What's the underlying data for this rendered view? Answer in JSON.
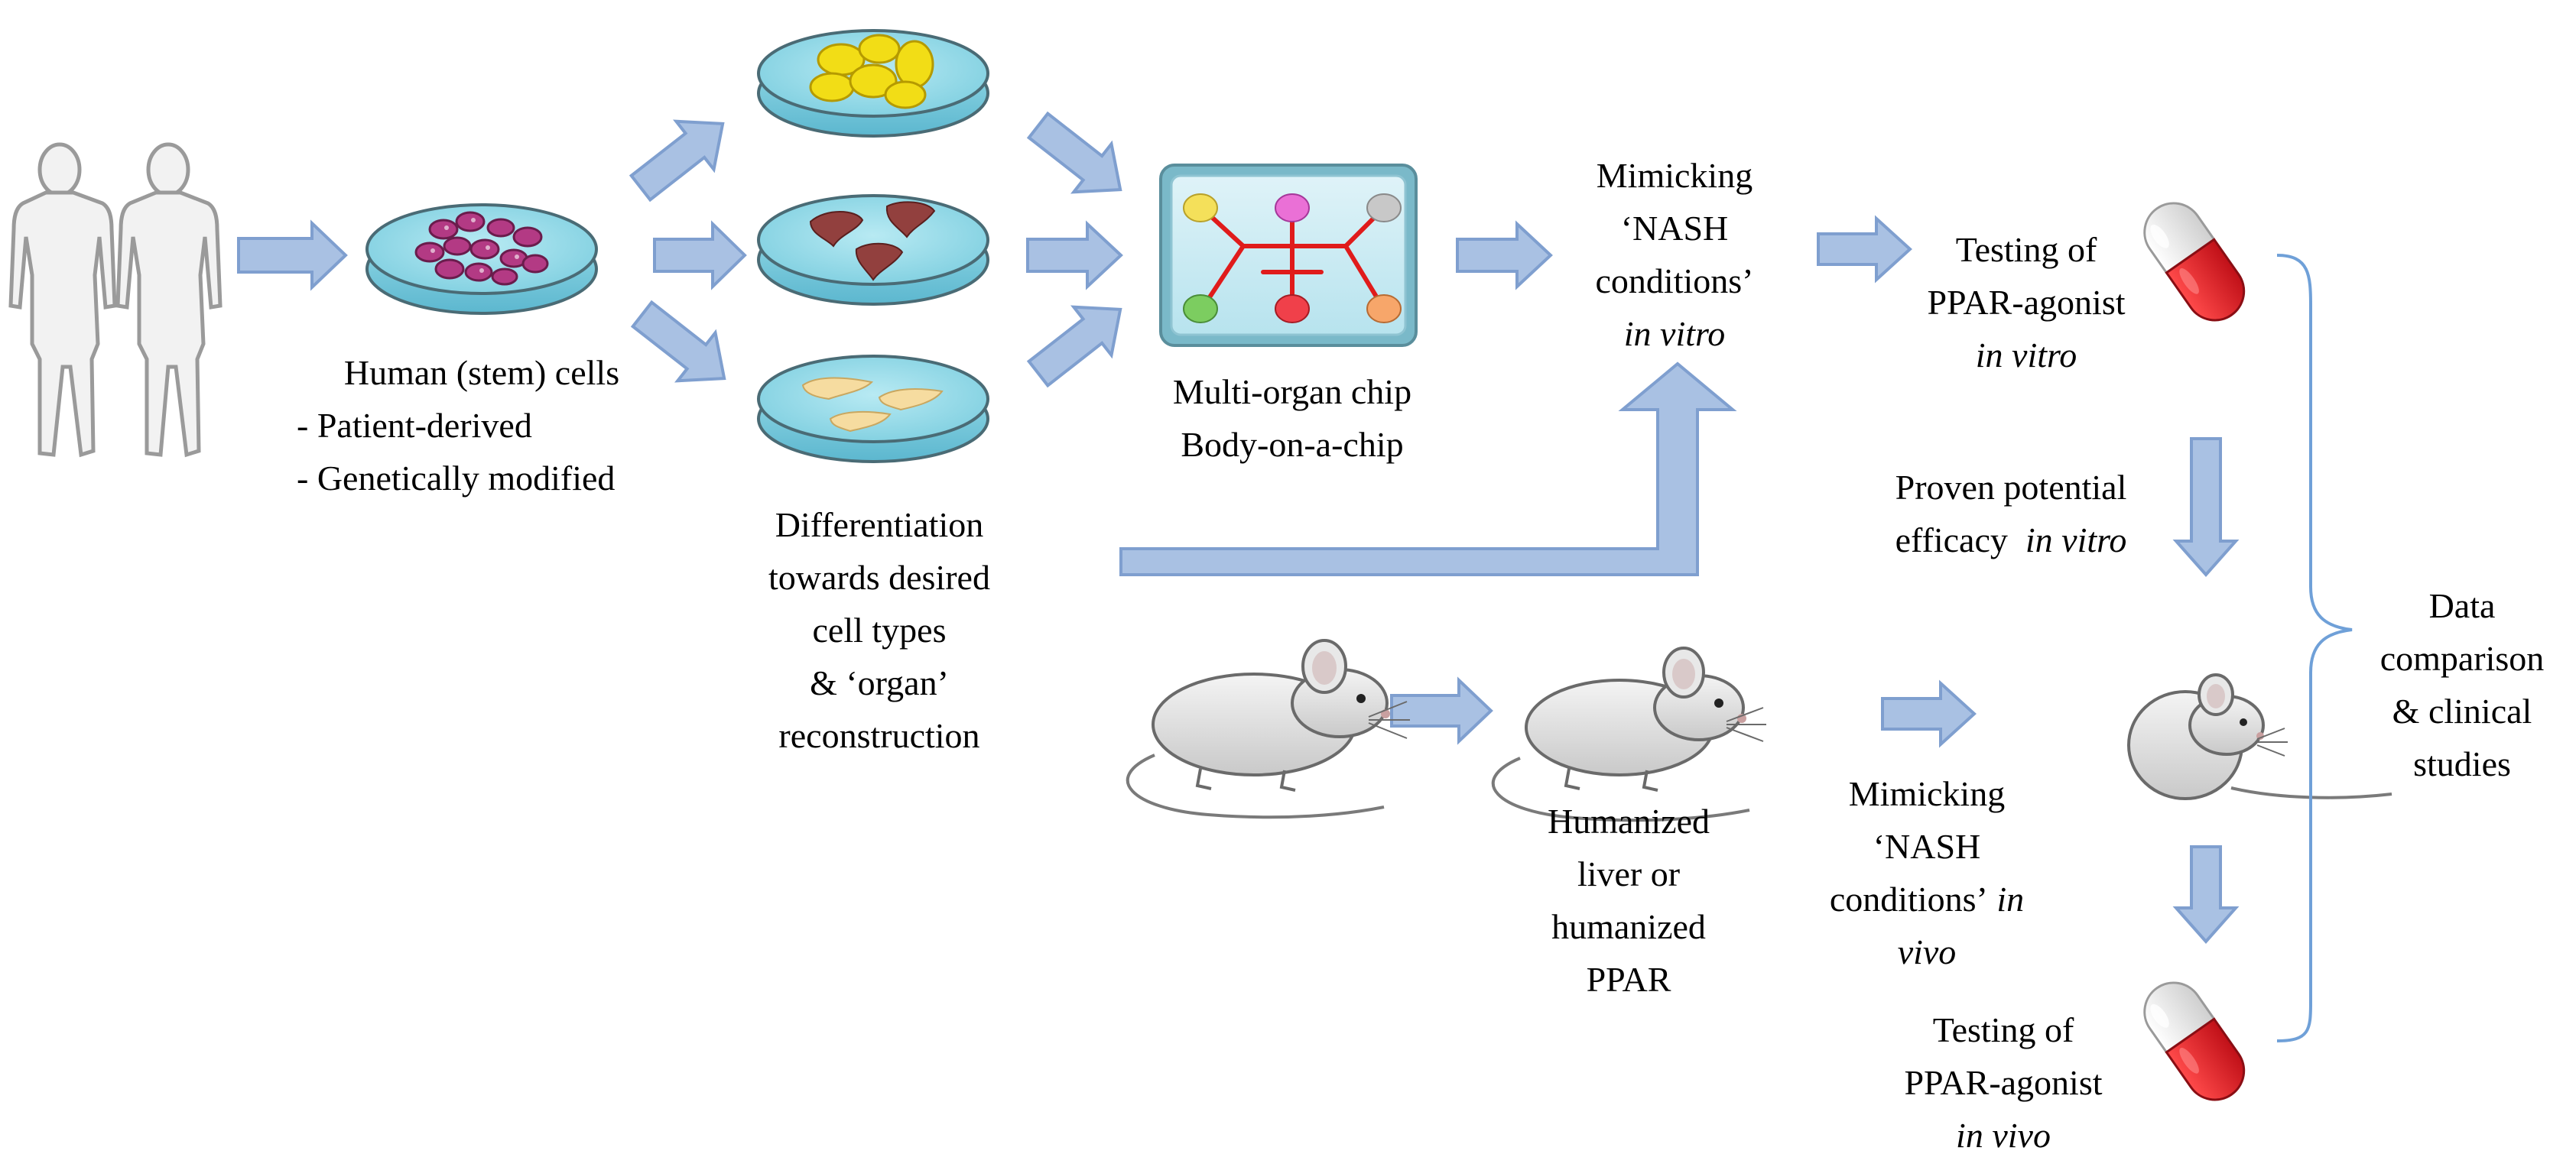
{
  "human_cells": {
    "title": "Human (stem) cells",
    "items": [
      "- Patient-derived",
      "- Genetically modified"
    ]
  },
  "differentiation": {
    "lines": [
      "Differentiation",
      "towards desired",
      "cell types",
      "& ‘organ’",
      "reconstruction"
    ]
  },
  "chip": {
    "lines": [
      "Multi-organ chip",
      "Body-on-a-chip"
    ]
  },
  "nash_vitro": {
    "line1": "Mimicking",
    "line2": "‘NASH",
    "line3": "conditions’",
    "line4": "in vitro"
  },
  "testing_vitro": {
    "line1": "Testing of",
    "line2": "PPAR-agonist",
    "line3": "in vitro"
  },
  "proven": {
    "line1": "Proven potential",
    "line2a": "efficacy",
    "line2b": "in vitro"
  },
  "humanized": {
    "lines": [
      "Humanized",
      "liver or",
      "humanized",
      "PPAR"
    ]
  },
  "nash_vivo": {
    "line1": "Mimicking",
    "line2": "‘NASH",
    "line3a": "conditions’",
    "line3b": "in",
    "line4": "vivo"
  },
  "testing_vivo": {
    "line1": "Testing of",
    "line2": "PPAR-agonist",
    "line3": "in vivo"
  },
  "data_comparison": {
    "lines": [
      "Data",
      "comparison",
      "& clinical",
      "studies"
    ]
  },
  "colors": {
    "arrow_fill": "#a9c1e3",
    "arrow_stroke": "#7f9fcf",
    "dish_fill": "#8fd5e4",
    "stem_cell": "#b33a84",
    "fat_cell": "#f2dd16",
    "liver_cell": "#92403e",
    "pancreas_cell": "#f6dca0",
    "chip_channel": "#e01b1b",
    "capsule_red": "#e3202a",
    "brace": "#6fa0d8"
  }
}
